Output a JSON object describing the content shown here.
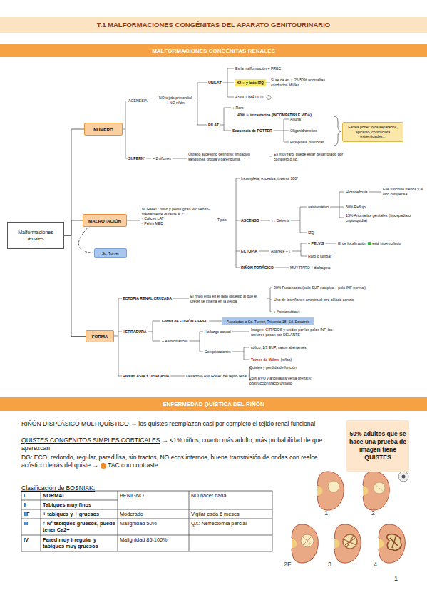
{
  "diagram": {
    "title": "T.1 MALFORMACIONES CONGÉNITAS DEL APARATO GENITOURINARIO",
    "nodes": [
      {
        "text": [
          "MALFORMACIONES CONGÉNITAS RENALES"
        ]
      },
      {
        "text": [
          "Malformaciones renales"
        ]
      },
      {
        "text": [
          "NÚMERO"
        ]
      },
      {
        "text": [
          "MALROTACIÓN"
        ]
      },
      {
        "text": [
          "FORMA"
        ]
      },
      {
        "text": [
          "X2 ♀ y lado IZQ"
        ]
      },
      {
        "text": [
          "Facies potter: ojos separados, epicanto, contractura extremidades..."
        ]
      },
      {
        "text": [
          "Sd. Turner"
        ]
      },
      {
        "text": [
          "Asociados a Sd. Turner, Trisomía 18, Sd. Edwards"
        ]
      },
      {
        "text": [
          "ENFERMEDAD QUÍSTICA DEL RIÑÓN"
        ]
      },
      {
        "text": [
          "50% adultos que se hace una prueba de imagen tiene QUISTES"
        ]
      }
    ],
    "edges": [
      {
        "from": 1,
        "to": 2,
        "arrow": "none"
      },
      {
        "from": 1,
        "to": 3,
        "arrow": "none"
      },
      {
        "from": 1,
        "to": 4,
        "arrow": "none"
      },
      {
        "from": 7,
        "to": 3,
        "arrow": "none"
      }
    ],
    "labels": [
      "AGENESIA",
      "NO tejido primordial + NO riñón",
      "UNILAT",
      "Es la malformación + FREC",
      "Si se da en ♀ 25-50% anomalías conductos Müller",
      "ASINTOMÁTICO",
      "BILAT",
      "+ Raro",
      "40% ☠ intrauterina (INCOMPATIBLE VIDA)",
      "Secuencia de POTTER",
      "Anuria",
      "Oligohidramnios",
      "Hipoplasia pulmonar",
      "SUPERNº",
      "= 2 riñones",
      "Órgano accesorio definitivo: irrigación sanguínea propia y parenquima",
      "Es muy raro, puede estar desarrollado por completo o no.",
      "NORMAL: riñón y pelvis giran 90° ventro-medialmente durante el ↑:",
      "- Cálices LAT",
      "- Pelvis MED",
      "Tipos",
      "Incompleta, excesiva, inversa 180°",
      "ASCENSO",
      "↑↓ Debería",
      "asintomático",
      "Hidronefrosis",
      "Ese funciona menos y el otro compensa",
      "50% Reflujo",
      "15% Anomalías genitales (hipospadia o criptorquidia)",
      "IZQ",
      "ECTOPIA",
      "Aparece + ↓",
      "+ PELVIS",
      "El de localización",
      "está hipertrofiado",
      "Raro o lumbar",
      "RIÑÓN TORÁCICO",
      "MUY RARO ↑ diafragma",
      "ECTOPIA RENAL CRUZADA",
      "El riñón está en el lado opuesto al que el uréter se inserta en la vejiga",
      "90% Fusionados (polo SUP ectópico + polo INF normal)",
      "Uno de los riñones arrastra al otro al lado contrio",
      "+ Asintomáticos",
      "HERRADURA",
      "Forma de FUSIÓN + FREC",
      "+ Asintomáticos",
      "Hallazgo casual",
      "Imagen: GIRADOS y unidos por los polos INF, los ureteres pasan por DELANTE",
      "Complicaciones",
      "cólico, 1/3 EUP, vasos aberrantes",
      "Tumor de Wilms",
      "(niños)",
      "HIPOPLASIA Y DISPLASIA",
      "Desarrollo ANORMAL del tejido renal",
      "Quistes y pérdida de función",
      "25% RVU y anomalías yema uretral y obstrucción tracto urinario",
      "RIÑÓN DISPLÁSICO MULTIQUÍSTICO",
      "→ los quistes reemplazan casi por completo el tejido renal funcional",
      "QUISTES CONGÉNITOS SIMPLES CORTICALES",
      "→ <1% niños, cuanto más adulto, más probabilidad de que aparezcan.",
      "DG: ECO: redondo, regular, pared lisa, sin tractos, NO ecos internos, buena transmisión de ondas con realce acústico detrás del quiste →",
      "TAC con contraste.",
      "Clasificación de BOSNIAK:",
      "I",
      "NORMAL",
      "BENIGNO",
      "NO hacer nada",
      "II",
      "Tabiques muy finos",
      "IIF",
      "+ tabiques y + gruesos",
      "Moderado",
      "Vigilar cada 6 meses",
      "III",
      "↑ Nº tabiques gruesos, puede tener Ca2+",
      "Malignidad 50%",
      "QX: Nefrectomía parcial",
      "IV",
      "Pared muy irregular y tabiques muy gruesos",
      "Malignidad 85-100%",
      "1",
      "2",
      "2F",
      "3",
      "4",
      "1"
    ]
  }
}
